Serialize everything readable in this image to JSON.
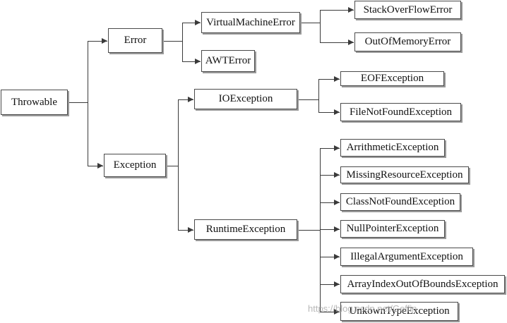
{
  "diagram": {
    "nodes": {
      "throwable": "Throwable",
      "error": "Error",
      "exception": "Exception",
      "virtual_machine_error": "VirtualMachineError",
      "awt_error": "AWTError",
      "stack_over_flow_error": "StackOverFlowError",
      "out_of_memory_error": "OutOfMemoryError",
      "io_exception": "IOException",
      "runtime_exception": "RuntimeException",
      "eof_exception": "EOFException",
      "file_not_found_exception": "FileNotFoundException",
      "arrithmetic_exception": "ArrithmeticException",
      "missing_resource_exception": "MissingResourceException",
      "class_not_found_exception": "ClassNotFoundException",
      "null_pointer_exception": "NullPointerException",
      "illegal_argument_exception": "IllegalArgumentException",
      "array_index_out_of_bounds_exception": "ArrayIndexOutOfBoundsException",
      "unkown_type_exception": "UnkownTypeException"
    },
    "edges": [
      [
        "throwable",
        "error"
      ],
      [
        "throwable",
        "exception"
      ],
      [
        "error",
        "virtual_machine_error"
      ],
      [
        "error",
        "awt_error"
      ],
      [
        "virtual_machine_error",
        "stack_over_flow_error"
      ],
      [
        "virtual_machine_error",
        "out_of_memory_error"
      ],
      [
        "exception",
        "io_exception"
      ],
      [
        "exception",
        "runtime_exception"
      ],
      [
        "io_exception",
        "eof_exception"
      ],
      [
        "io_exception",
        "file_not_found_exception"
      ],
      [
        "runtime_exception",
        "arrithmetic_exception"
      ],
      [
        "runtime_exception",
        "missing_resource_exception"
      ],
      [
        "runtime_exception",
        "class_not_found_exception"
      ],
      [
        "runtime_exception",
        "null_pointer_exception"
      ],
      [
        "runtime_exception",
        "illegal_argument_exception"
      ],
      [
        "runtime_exception",
        "array_index_out_of_bounds_exception"
      ],
      [
        "runtime_exception",
        "unkown_type_exception"
      ]
    ]
  },
  "watermark": "https://blog.csdn.net/Geffin"
}
